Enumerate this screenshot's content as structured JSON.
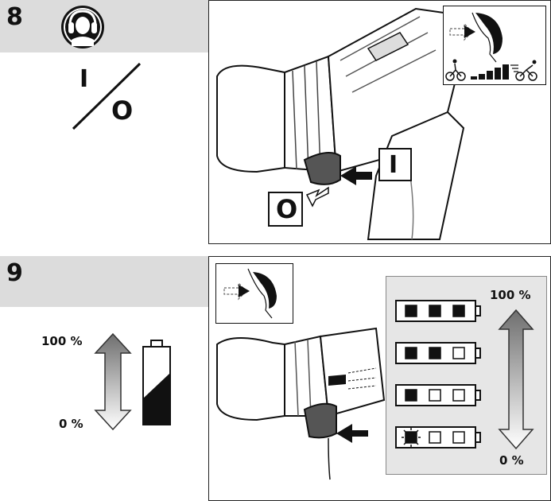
{
  "steps": [
    {
      "number": "8"
    },
    {
      "number": "9"
    }
  ],
  "step8": {
    "icon": "hearing-protection-icon",
    "on_symbol": "I",
    "off_symbol": "O",
    "panel": {
      "on_label": "I",
      "off_label": "O",
      "inset_icons": [
        "pressure-trigger-icon",
        "slow-cyclist-icon",
        "speed-ramp-icon",
        "fast-cyclist-icon"
      ]
    }
  },
  "step9": {
    "left": {
      "top_label": "100 %",
      "bottom_label": "0 %",
      "battery_level": 0.5
    },
    "panel": {
      "top_label": "100 %",
      "bottom_label": "0 %",
      "battery_rows": [
        {
          "filled": 3,
          "total": 3,
          "blinking": false
        },
        {
          "filled": 2,
          "total": 3,
          "blinking": false
        },
        {
          "filled": 1,
          "total": 3,
          "blinking": false
        },
        {
          "filled": 0,
          "total": 3,
          "blinking": true
        }
      ]
    }
  },
  "colors": {
    "step_bar": "#dcdcdc",
    "ink": "#111111",
    "gradient_light": "#ffffff",
    "gradient_dark": "#777777"
  }
}
